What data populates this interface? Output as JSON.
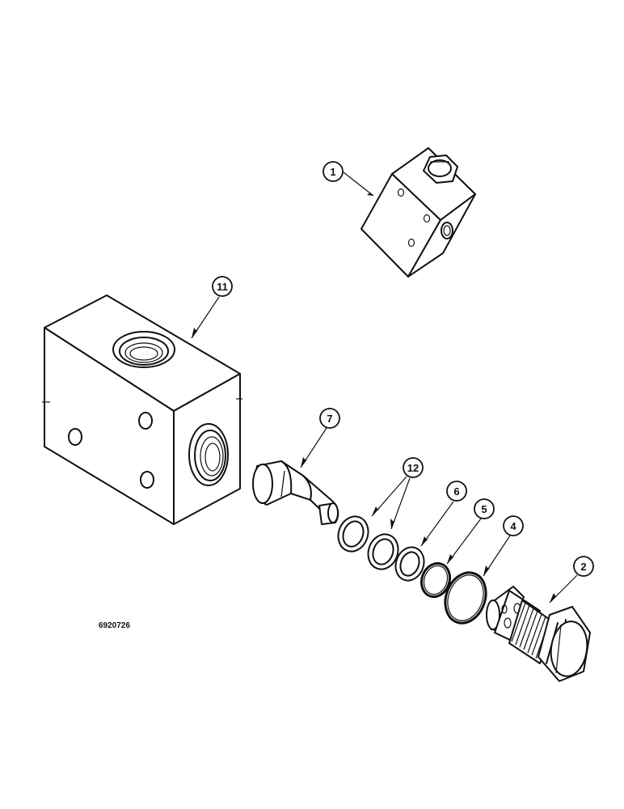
{
  "figure_code": "6920726",
  "callouts": {
    "c1": "1",
    "c2": "2",
    "c4": "4",
    "c5": "5",
    "c6": "6",
    "c7": "7",
    "c11": "11",
    "c12": "12"
  },
  "parts": [
    "valve-block",
    "mounting-block",
    "poppet",
    "backup-ring",
    "backup-ring",
    "o-ring",
    "o-ring",
    "relief-valve-cartridge"
  ]
}
